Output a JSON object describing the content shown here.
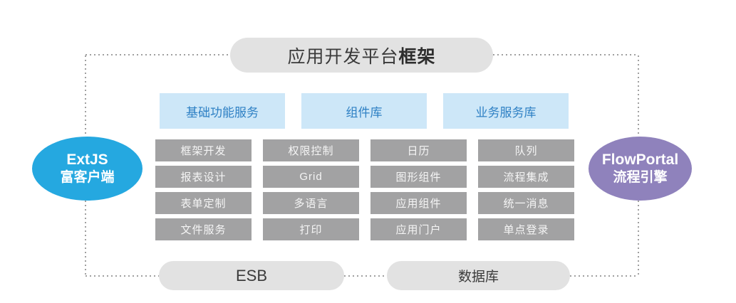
{
  "diagram": {
    "title": {
      "prefix": "应用开发平台",
      "bold": "框架"
    },
    "left_ellipse": {
      "line1": "ExtJS",
      "line2": "富客户端",
      "color": "#25a8e0"
    },
    "right_ellipse": {
      "line1": "FlowPortal",
      "line2": "流程引擎",
      "color": "#8f82bc"
    },
    "headers": [
      {
        "label": "基础功能服务"
      },
      {
        "label": "组件库"
      },
      {
        "label": "业务服务库"
      }
    ],
    "grid": {
      "rows": [
        [
          "框架开发",
          "权限控制",
          "日历",
          "队列"
        ],
        [
          "报表设计",
          "Grid",
          "图形组件",
          "流程集成"
        ],
        [
          "表单定制",
          "多语言",
          "应用组件",
          "统一消息"
        ],
        [
          "文件服务",
          "打印",
          "应用门户",
          "单点登录"
        ]
      ]
    },
    "bottom": [
      {
        "label": "ESB"
      },
      {
        "label": "数据库"
      }
    ],
    "colors": {
      "title_bar_bg": "#e2e2e2",
      "header_bg": "#cde7f8",
      "header_text": "#2e80c4",
      "grid_cell_bg": "#a2a2a3",
      "grid_cell_text": "#f5f5f5",
      "ellipse_left_bg": "#25a8e0",
      "ellipse_right_bg": "#8f82bc",
      "pill_bg": "#e2e2e2",
      "connector": "#a0a0a0"
    }
  }
}
